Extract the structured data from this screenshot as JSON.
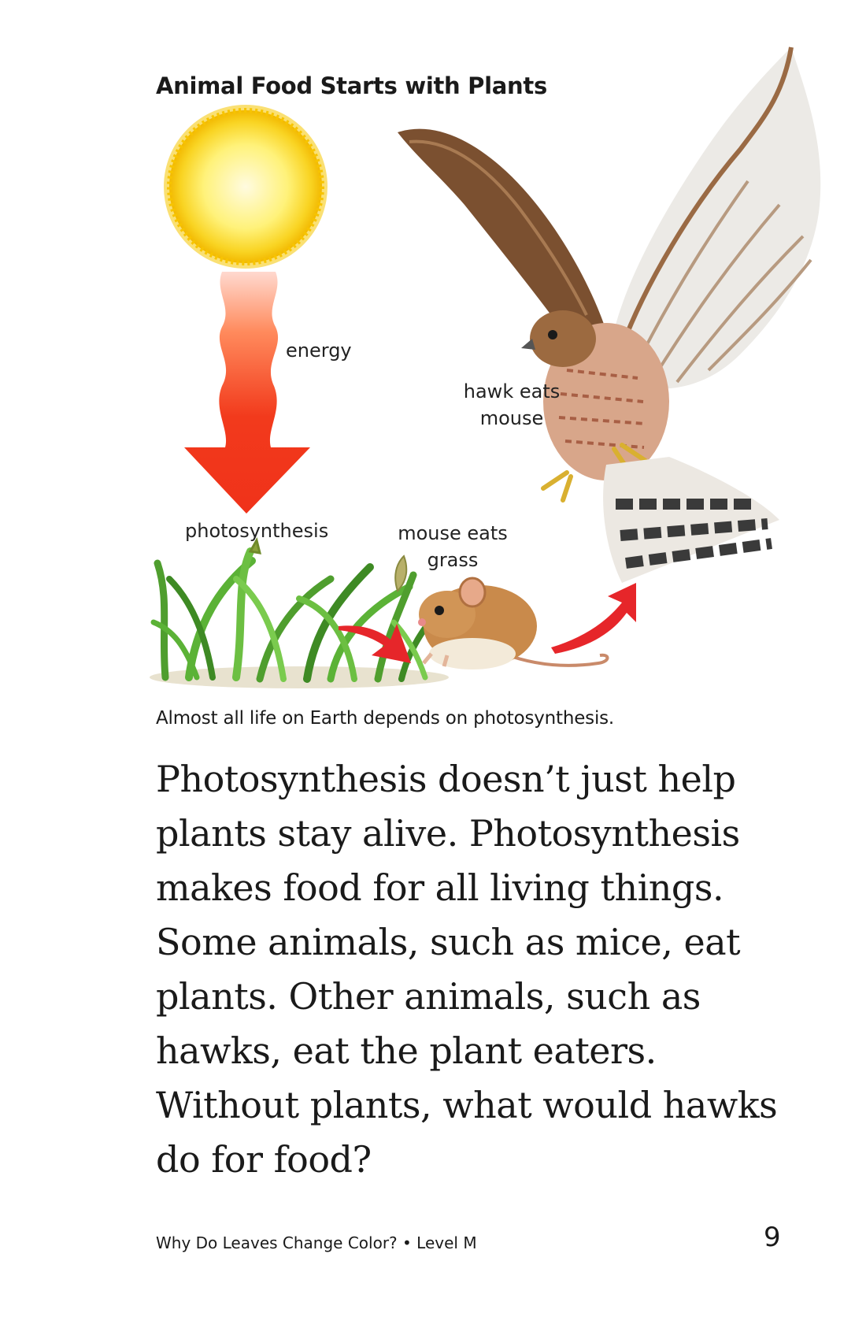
{
  "figure": {
    "title": "Animal Food Starts with Plants",
    "labels": {
      "energy": "energy",
      "photosynthesis": "photosynthesis",
      "hawk_line1": "hawk eats",
      "hawk_line2": "mouse",
      "mouse_line1": "mouse eats",
      "mouse_line2": "grass"
    },
    "caption": "Almost all life on Earth depends on photosynthesis."
  },
  "body": {
    "paragraph": "Photosynthesis doesn’t just help plants stay alive. Photosynthesis makes food for all living things. Some animals, such as mice, eat plants. Other animals, such as hawks, eat the plant eaters. Without plants, what would hawks do for food?"
  },
  "footer": {
    "book_info": "Why Do Leaves Change Color? • Level M",
    "page_number": "9"
  },
  "colors": {
    "sun": "#f9d423",
    "energy_arrow": "#f23a1c",
    "food_arrow": "#e6262a",
    "grass": "#4f9e2e",
    "hawk": "#8b5a33",
    "mouse": "#c98a4b"
  },
  "icons": [
    "sun-icon",
    "energy-arrow-icon",
    "grass-icon",
    "mouse-icon",
    "hawk-icon",
    "food-chain-arrow-icon"
  ]
}
